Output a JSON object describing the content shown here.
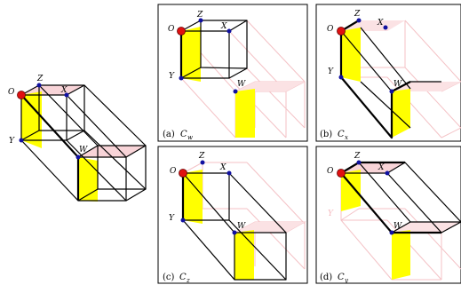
{
  "labels": {
    "O": "O",
    "Z": "Z",
    "X": "X",
    "Y": "Y",
    "W": "W"
  },
  "panels": [
    {
      "caption_prefix": "(a)",
      "caption_var": "C",
      "caption_sub": "w"
    },
    {
      "caption_prefix": "(b)",
      "caption_var": "C",
      "caption_sub": "x"
    },
    {
      "caption_prefix": "(c)",
      "caption_var": "C",
      "caption_sub": "z"
    },
    {
      "caption_prefix": "(d)",
      "caption_var": "C",
      "caption_sub": "y"
    }
  ],
  "colors": {
    "highlight_face": "#ffff00",
    "top_face": "#f8d4d8",
    "ghost_edge": "#f4c2c6",
    "origin_dot": "#e01010",
    "vertex_dot": "#1010a0"
  }
}
